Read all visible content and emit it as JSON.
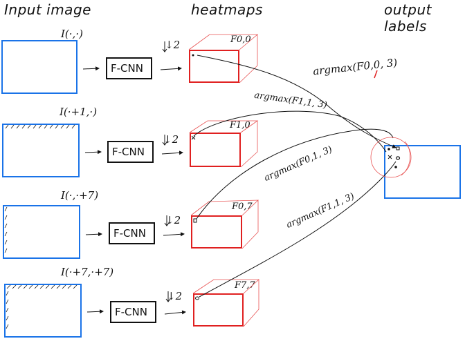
{
  "headers": {
    "input": "Input image",
    "heatmaps": "heatmaps",
    "output": "output labels"
  },
  "rows": [
    {
      "input_label": "I(·,·)",
      "cnn_label": "F-CNN",
      "downsample": "↓2",
      "heatmap_label": "F0,0",
      "marker": "•",
      "edge_hatch": "none",
      "argmax_label": "argmax(F0,0, 3)"
    },
    {
      "input_label": "I(·+1,·)",
      "cnn_label": "F-CNN",
      "downsample": "↓2",
      "heatmap_label": "F1,0",
      "marker": "x",
      "edge_hatch": "top",
      "argmax_label": "argmax(F1,1, 3)"
    },
    {
      "input_label": "I(·,·+7)",
      "cnn_label": "F-CNN",
      "downsample": "↓2",
      "heatmap_label": "F0,7",
      "marker": "□",
      "edge_hatch": "left",
      "argmax_label": "argmax(F0,1, 3)"
    },
    {
      "input_label": "I(·+7,·+7)",
      "cnn_label": "F-CNN",
      "downsample": "↓2",
      "heatmap_label": "F7,7",
      "marker": "o",
      "edge_hatch": "top-left",
      "argmax_label": "argmax(F1,1, 3)"
    }
  ],
  "output_markers": [
    "•",
    "□",
    "x",
    "o"
  ],
  "colors": {
    "input_box": "#1a73e8",
    "heatmap": "#e02020",
    "ink": "#111111",
    "highlight_circle": "#e85050"
  }
}
